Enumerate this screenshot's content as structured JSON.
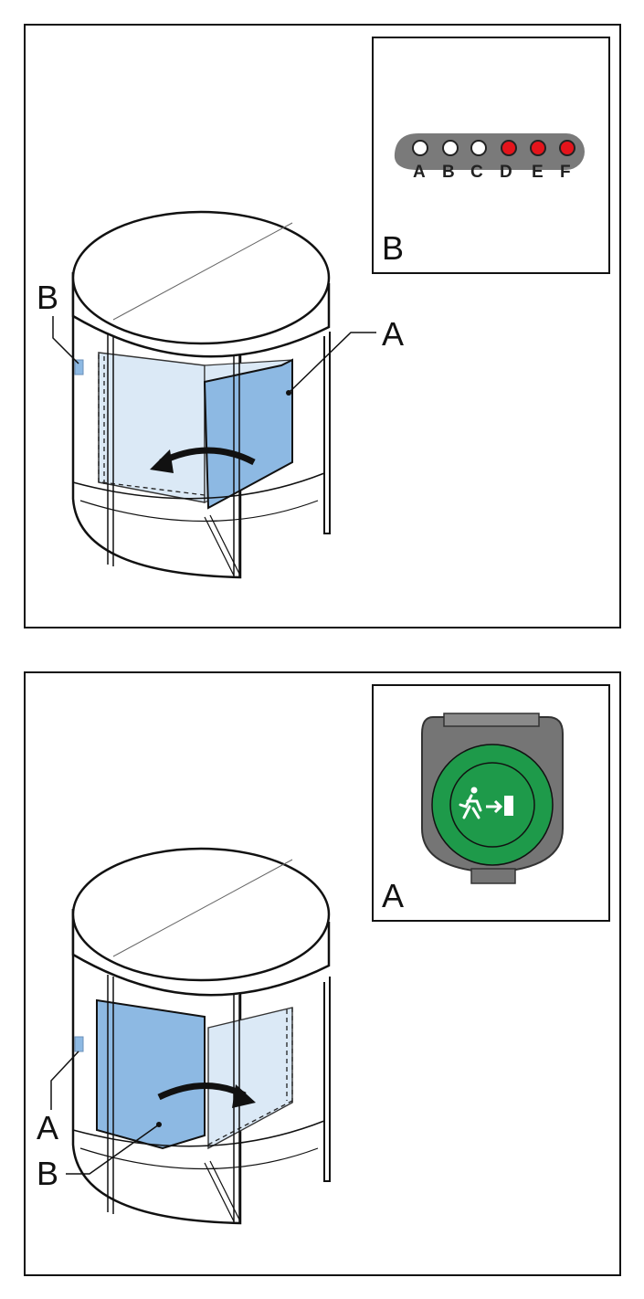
{
  "figure_top": {
    "inset_label": "B",
    "callout_left": "B",
    "callout_right": "A",
    "indicator_letters": [
      "A",
      "B",
      "C",
      "D",
      "E",
      "F"
    ],
    "indicator_states": [
      "off",
      "off",
      "off",
      "on",
      "on",
      "on"
    ],
    "colors": {
      "led_on": "#e4141b",
      "led_off": "#ffffff",
      "panel": "#7a7a7a",
      "glass": "#8db9e3",
      "glass_light": "#dbe9f6"
    }
  },
  "figure_bottom": {
    "inset_label": "A",
    "callout_left": "A",
    "callout_bottom": "B",
    "button_icon": "emergency-exit-icon",
    "colors": {
      "button": "#1e9a4a",
      "housing": "#757575",
      "glass": "#8db9e3",
      "glass_light": "#dbe9f6"
    }
  }
}
